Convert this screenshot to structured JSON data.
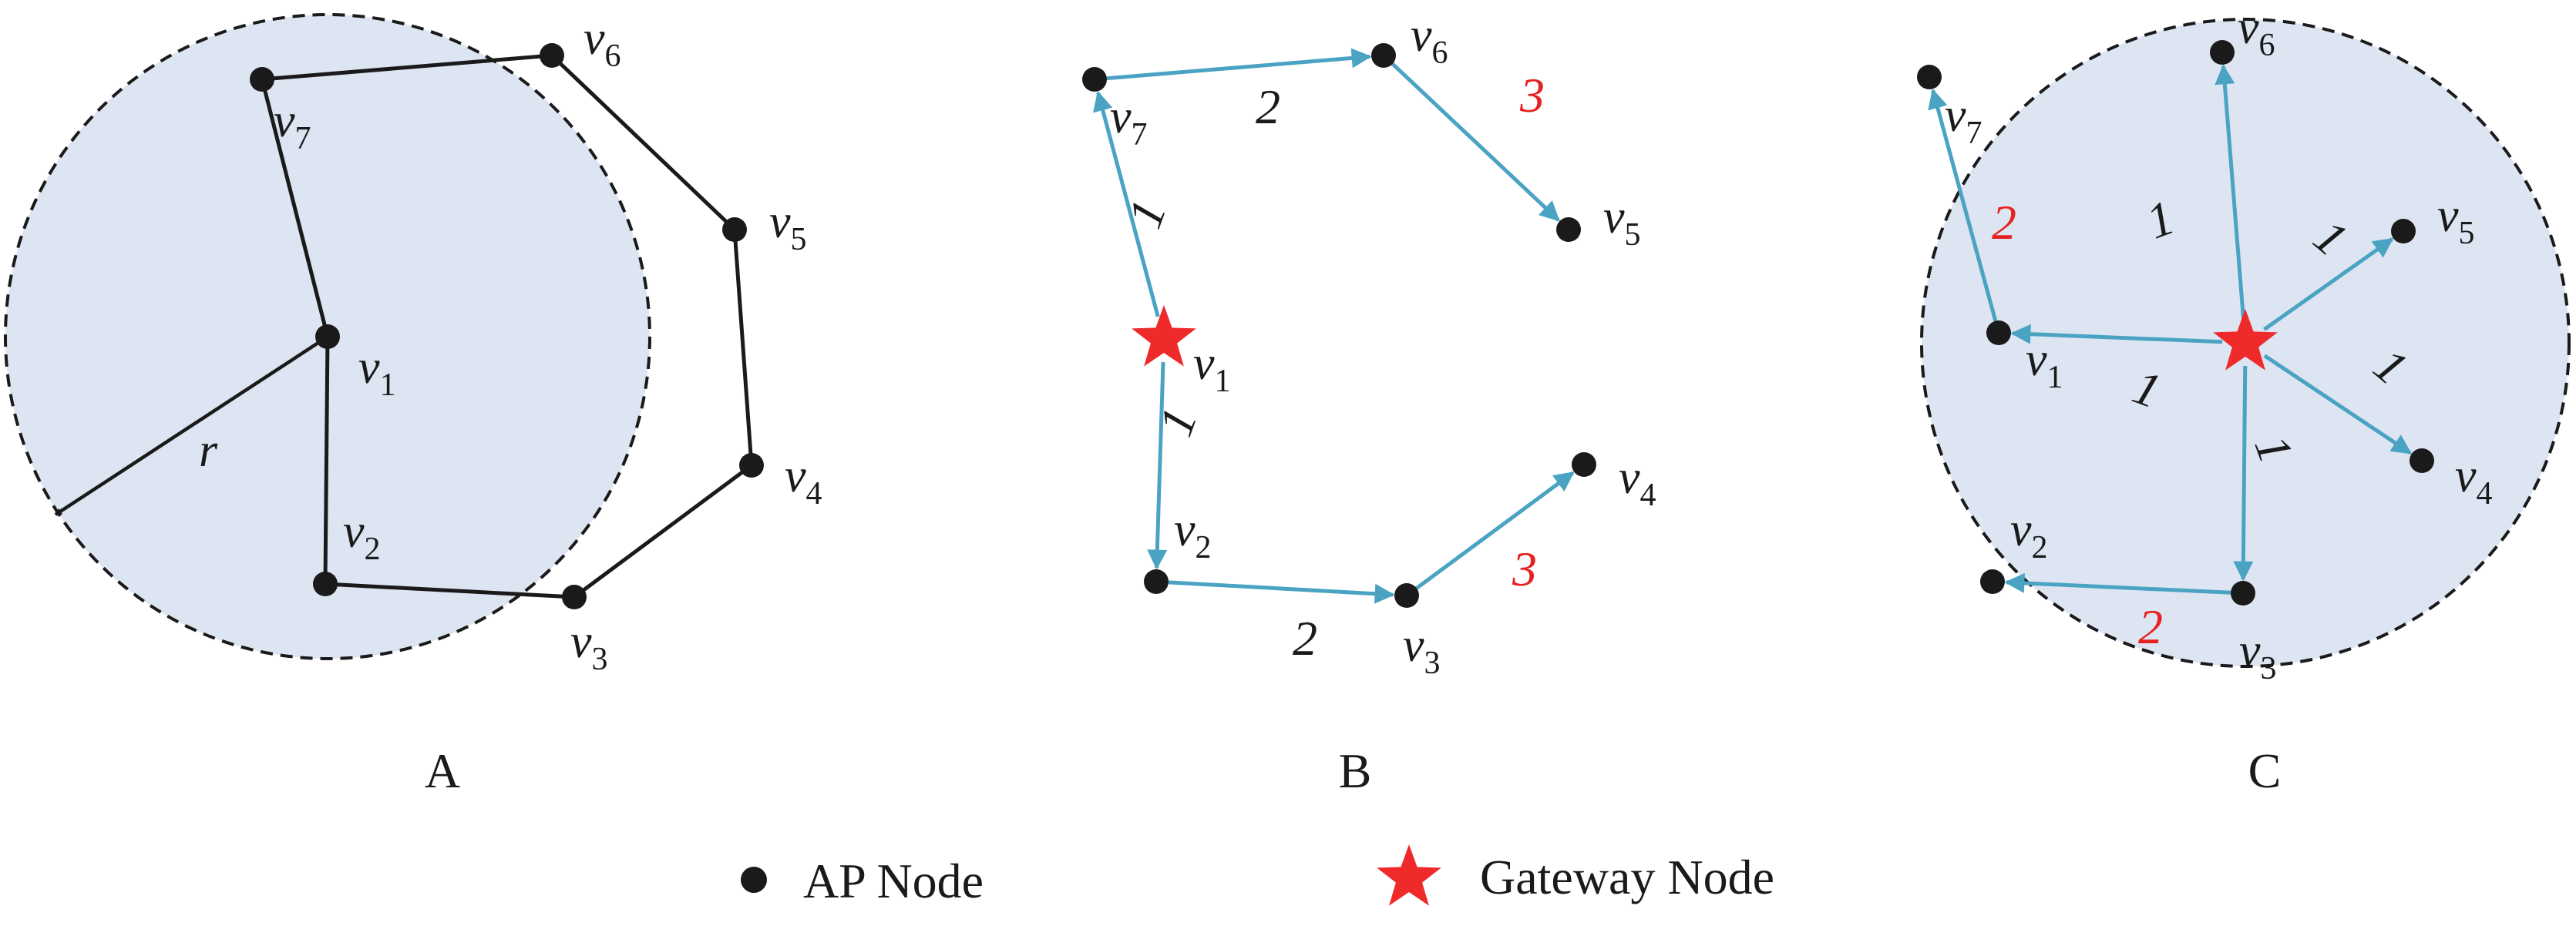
{
  "colors": {
    "disc_fill": "#dde5f2",
    "edge_black": "#1a1a1a",
    "edge_blue": "#4aa3c3",
    "node": "#1a1a1a",
    "gateway": "#ee2a2a",
    "weight_black": "#1a1a1a",
    "weight_red": "#e52222"
  },
  "panels": [
    {
      "id": "A",
      "caption": "A",
      "range_label": "r",
      "nodes": [
        {
          "id": "v1",
          "base": "v",
          "sub": "1"
        },
        {
          "id": "v2",
          "base": "v",
          "sub": "2"
        },
        {
          "id": "v3",
          "base": "v",
          "sub": "3"
        },
        {
          "id": "v4",
          "base": "v",
          "sub": "4"
        },
        {
          "id": "v5",
          "base": "v",
          "sub": "5"
        },
        {
          "id": "v6",
          "base": "v",
          "sub": "6"
        },
        {
          "id": "v7",
          "base": "v",
          "sub": "7"
        }
      ]
    },
    {
      "id": "B",
      "caption": "B",
      "gateway": "v1",
      "nodes": [
        {
          "id": "v1",
          "base": "v",
          "sub": "1"
        },
        {
          "id": "v2",
          "base": "v",
          "sub": "2"
        },
        {
          "id": "v3",
          "base": "v",
          "sub": "3"
        },
        {
          "id": "v4",
          "base": "v",
          "sub": "4"
        },
        {
          "id": "v5",
          "base": "v",
          "sub": "5"
        },
        {
          "id": "v6",
          "base": "v",
          "sub": "6"
        },
        {
          "id": "v7",
          "base": "v",
          "sub": "7"
        }
      ],
      "edges": [
        {
          "from": "v1",
          "to": "v7",
          "weight": "1",
          "weight_color": "black"
        },
        {
          "from": "v7",
          "to": "v6",
          "weight": "2",
          "weight_color": "black"
        },
        {
          "from": "v6",
          "to": "v5",
          "weight": "3",
          "weight_color": "red"
        },
        {
          "from": "v1",
          "to": "v2",
          "weight": "1",
          "weight_color": "black"
        },
        {
          "from": "v2",
          "to": "v3",
          "weight": "2",
          "weight_color": "black"
        },
        {
          "from": "v3",
          "to": "v4",
          "weight": "3",
          "weight_color": "red"
        }
      ]
    },
    {
      "id": "C",
      "caption": "C",
      "gateway": "center",
      "nodes": [
        {
          "id": "v1",
          "base": "v",
          "sub": "1"
        },
        {
          "id": "v2",
          "base": "v",
          "sub": "2"
        },
        {
          "id": "v3",
          "base": "v",
          "sub": "3"
        },
        {
          "id": "v4",
          "base": "v",
          "sub": "4"
        },
        {
          "id": "v5",
          "base": "v",
          "sub": "5"
        },
        {
          "id": "v6",
          "base": "v",
          "sub": "6"
        },
        {
          "id": "v7",
          "base": "v",
          "sub": "7"
        }
      ],
      "edges": [
        {
          "from": "gw",
          "to": "v6",
          "weight": "1",
          "weight_color": "black"
        },
        {
          "from": "gw",
          "to": "v5",
          "weight": "1",
          "weight_color": "black"
        },
        {
          "from": "gw",
          "to": "v4",
          "weight": "1",
          "weight_color": "black"
        },
        {
          "from": "gw",
          "to": "v3",
          "weight": "1",
          "weight_color": "black"
        },
        {
          "from": "gw",
          "to": "v1",
          "weight": "1",
          "weight_color": "black"
        },
        {
          "from": "v1",
          "to": "v7",
          "weight": "2",
          "weight_color": "red"
        },
        {
          "from": "v3",
          "to": "v2",
          "weight": "2",
          "weight_color": "red"
        }
      ]
    }
  ],
  "legend": {
    "ap_label": "AP Node",
    "gateway_label": "Gateway Node"
  }
}
